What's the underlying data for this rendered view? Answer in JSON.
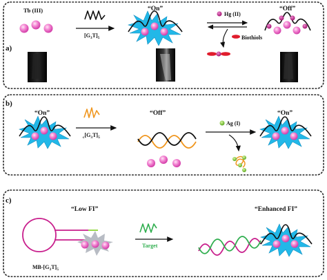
{
  "panel_a": {
    "label": "a)",
    "tb_label": "Tb (III)",
    "g3t_label": "[G",
    "g3t_sub1": "3",
    "g3t_mid": "T]",
    "g3t_sub2": "5",
    "on_label": "“On”",
    "off_label": "“Off”",
    "hg_label": "Hg (II)",
    "biothiols_label": "Biothiols"
  },
  "panel_b": {
    "label": "b)",
    "on_label_left": "“On”",
    "cg3t_pre": "c",
    "cg3t_label": "[G",
    "cg3t_sub1": "3",
    "cg3t_mid": "T]",
    "cg3t_sub2": "5",
    "off_label": "“Off”",
    "ag_label": "Ag (I)",
    "on_label_right": "“On”"
  },
  "panel_c": {
    "label": "c)",
    "low_fi_label": "“Low FI”",
    "enhanced_fi_label": "“Enhanced FI”",
    "target_label": "Target",
    "mb_label": "MB-[G",
    "mb_sub1": "3",
    "mb_mid": "T]",
    "mb_sub2": "5"
  },
  "colors": {
    "tb_ion": "#f070c8",
    "star": "#22b8e8",
    "dna_black": "#111111",
    "hg_ion": "#c0188c",
    "biothiol": "#e01c2c",
    "orange_strand": "#f0961e",
    "ag_ion": "#8ed63a",
    "green_strand": "#2fae4e",
    "target_text": "#2fae4e",
    "hairpin": "#c81e8c",
    "fl_star": "#b8bcc4"
  }
}
